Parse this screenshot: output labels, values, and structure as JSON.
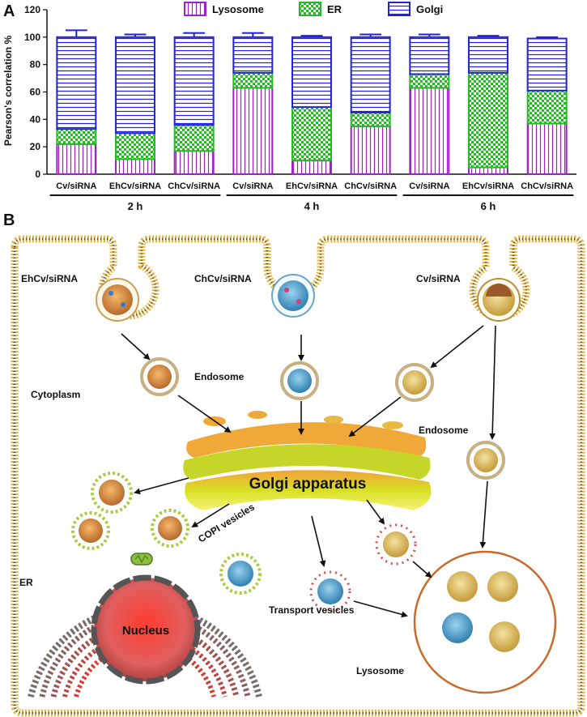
{
  "panel_a": {
    "letter": "A",
    "chart_data": {
      "type": "bar",
      "stacked": true,
      "categories": [
        "Cv/siRNA",
        "EhCv/siRNA",
        "ChCv/siRNA",
        "Cv/siRNA",
        "EhCv/siRNA",
        "ChCv/siRNA",
        "Cv/siRNA",
        "EhCv/siRNA",
        "ChCv/siRNA"
      ],
      "groups": [
        {
          "label": "2 h",
          "members": [
            0,
            1,
            2
          ]
        },
        {
          "label": "4 h",
          "members": [
            3,
            4,
            5
          ]
        },
        {
          "label": "6 h",
          "members": [
            6,
            7,
            8
          ]
        }
      ],
      "series": [
        {
          "name": "Lysosome",
          "color": "#a020d0",
          "pattern": "vertical-lines",
          "values": [
            22,
            11,
            17,
            63,
            10,
            35,
            63,
            5,
            37
          ],
          "errors": [
            3,
            4,
            3,
            2,
            2,
            3,
            2,
            1,
            2
          ]
        },
        {
          "name": "ER",
          "color": "#22bb22",
          "pattern": "checker",
          "values": [
            11,
            19,
            19,
            11,
            39,
            10,
            10,
            69,
            24
          ],
          "errors": [
            2,
            2,
            3,
            2,
            1,
            2,
            2,
            3,
            3
          ]
        },
        {
          "name": "Golgi",
          "color": "#2222dd",
          "pattern": "horizontal-lines",
          "values": [
            67,
            70,
            64,
            26,
            51,
            55,
            27,
            26,
            38
          ],
          "errors": [
            5,
            2,
            3,
            3,
            1,
            2,
            2,
            1,
            1
          ]
        }
      ],
      "ylabel": "Pearson's correlation %",
      "ylim": [
        0,
        120
      ],
      "yticks": [
        0,
        20,
        40,
        60,
        80,
        100,
        120
      ],
      "legend_position": "top"
    }
  },
  "panel_b": {
    "letter": "B",
    "labels": {
      "ehcv": "EhCv/siRNA",
      "chcv": "ChCv/siRNA",
      "cv": "Cv/siRNA",
      "endosome_left": "Endosome",
      "cytoplasm": "Cytoplasm",
      "endosome_right": "Endosome",
      "golgi": "Golgi apparatus",
      "copi": "COPI vesicles",
      "er": "ER",
      "nucleus": "Nucleus",
      "transport": "Transport vesicles",
      "lysosome": "Lysosome"
    }
  }
}
